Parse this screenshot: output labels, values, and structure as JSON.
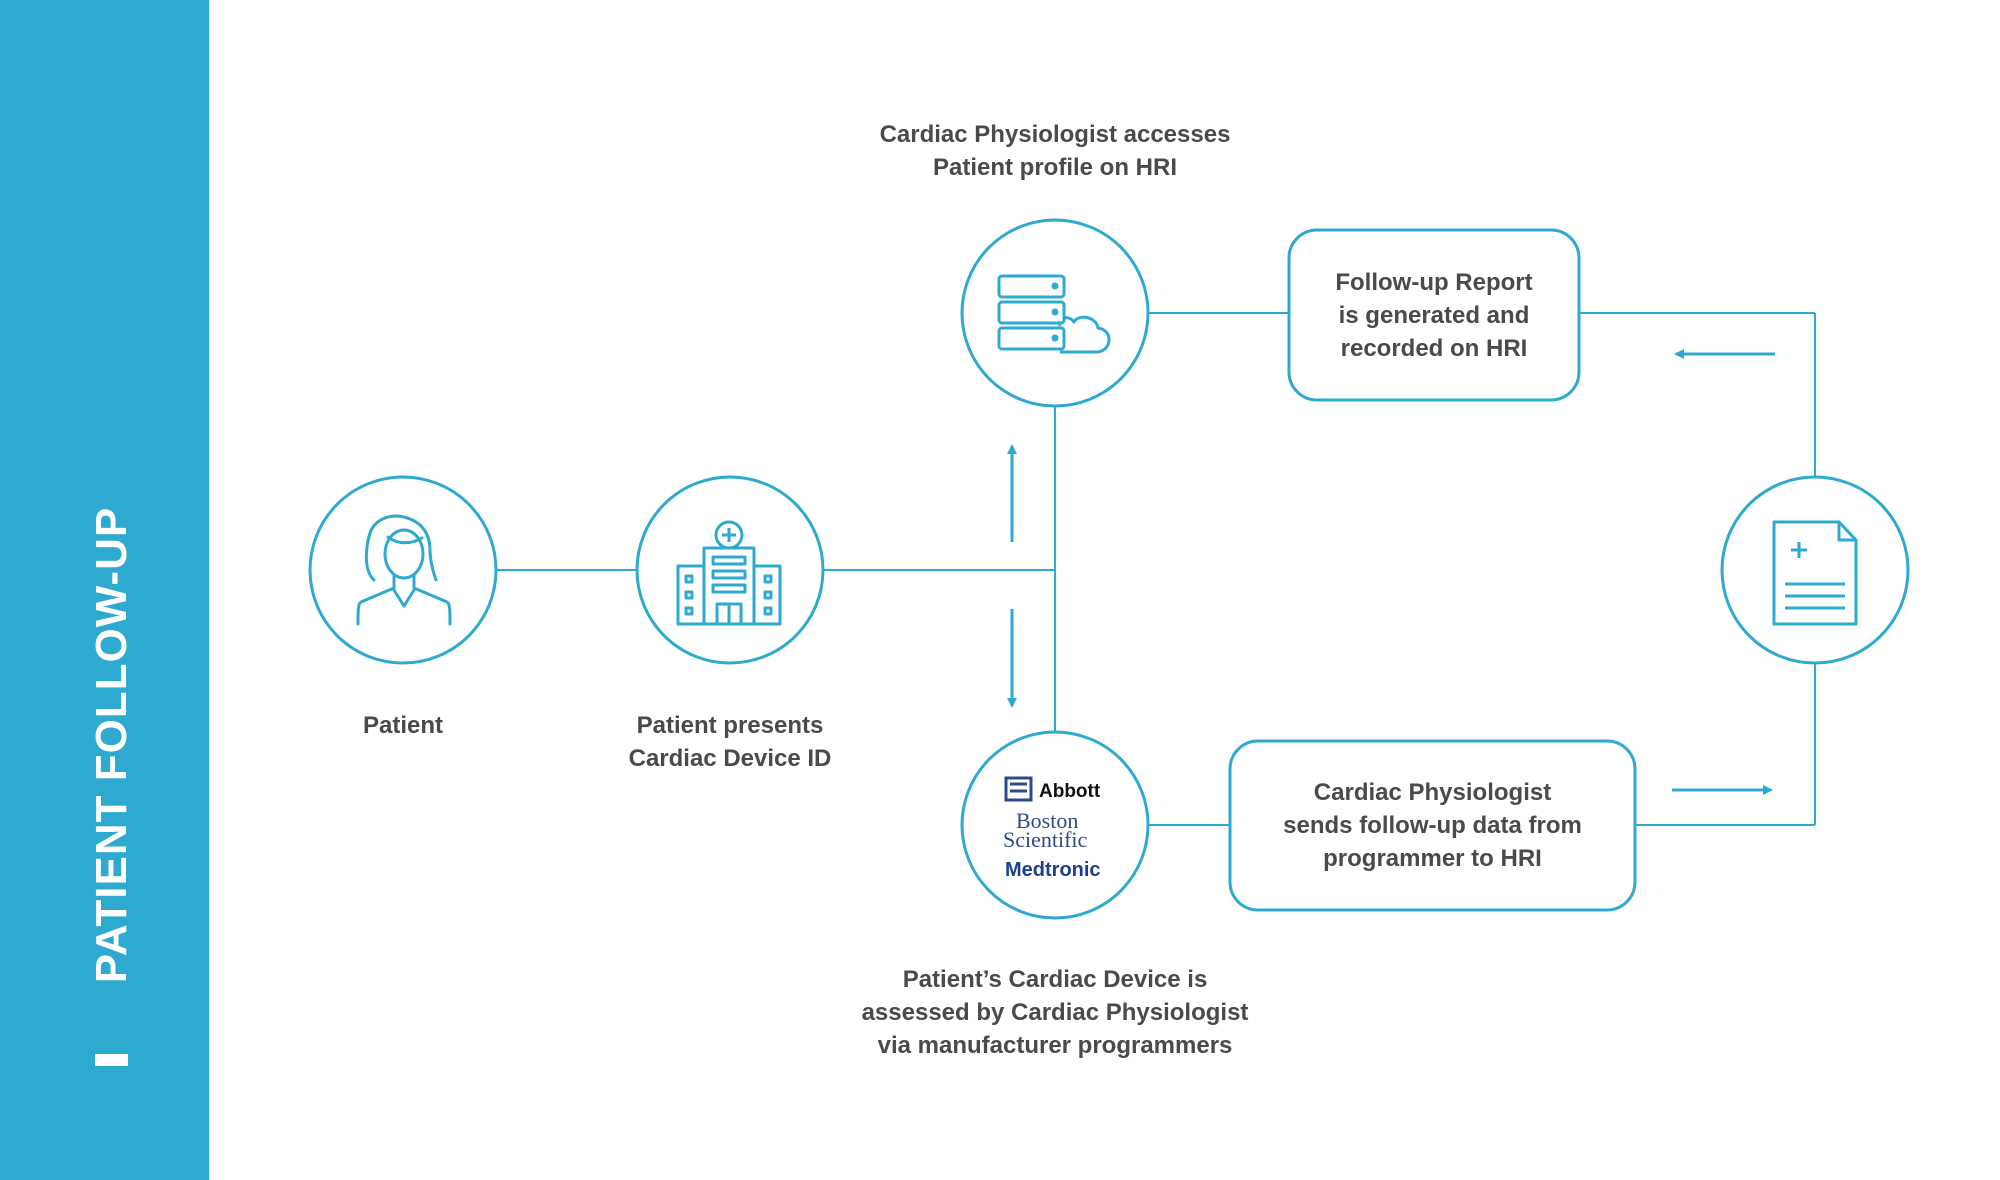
{
  "sidebar": {
    "title": "PATIENT FOLLOW-UP",
    "color": "#2ea9cf"
  },
  "colors": {
    "accent": "#2ea9cf",
    "text": "#4a4a4a"
  },
  "nodes": {
    "patient": {
      "label": "Patient",
      "icon": "patient-icon"
    },
    "hospital": {
      "label": "Patient presents\nCardiac Device ID",
      "icon": "hospital-icon"
    },
    "hri": {
      "label": "Cardiac Physiologist accesses\nPatient profile on HRI",
      "icon": "server-cloud-icon"
    },
    "device": {
      "label": "Patient’s Cardiac Device is\nassessed by Cardiac Physiologist\nvia manufacturer programmers",
      "logos": {
        "abbott": "Abbott",
        "boston_1": "Boston",
        "boston_2": "Scientific",
        "medtronic": "Medtronic"
      }
    },
    "report": {
      "icon": "report-document-icon"
    }
  },
  "boxes": {
    "followup_report": "Follow-up Report\nis generated and\nrecorded on HRI",
    "send_data": "Cardiac Physiologist\nsends follow-up data from\nprogrammer to HRI"
  }
}
